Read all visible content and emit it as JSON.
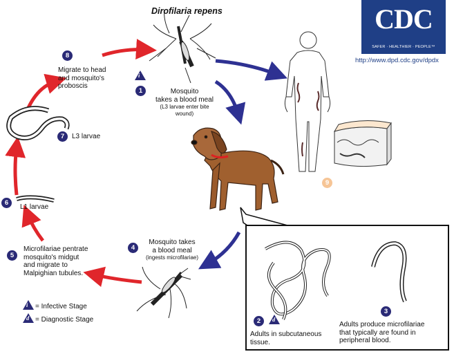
{
  "title": "Dirofilaria repens",
  "logo": {
    "text": "CDC",
    "tagline": "SAFER · HEALTHIER · PEOPLE™"
  },
  "url": "http://www.dpd.cdc.gov/dpdx",
  "stages": {
    "s1": {
      "num": "1",
      "line1": "Mosquito",
      "line2": "takes a blood meal",
      "note": "(L3 larvae enter bite wound)"
    },
    "s2": {
      "num": "2",
      "line1": "Adults in subcutaneous",
      "line2": "tissue."
    },
    "s3": {
      "num": "3",
      "line1": "Adults produce microfilariae",
      "line2": "that typically are found in",
      "line3": "peripheral blood."
    },
    "s4": {
      "num": "4",
      "line1": "Mosquito takes",
      "line2": "a blood meal",
      "note": "(ingests microfilariae)"
    },
    "s5": {
      "num": "5",
      "line1": "Microfilariae pentrate",
      "line2": "mosquito's midgut",
      "line3": "and migrate to",
      "line4": "Malpighian tubules."
    },
    "s6": {
      "num": "6",
      "label": "L1 larvae"
    },
    "s7": {
      "num": "7",
      "label": "L3 larvae"
    },
    "s8": {
      "num": "8",
      "line1": "Migrate to head",
      "line2": "and mosquito's",
      "line3": "proboscis"
    },
    "s9": {
      "num": "9"
    }
  },
  "legend": {
    "infective_symbol": "i",
    "infective_label": "= Infective Stage",
    "diagnostic_symbol": "d",
    "diagnostic_label": "= Diagnostic Stage"
  },
  "colors": {
    "red_arrow": "#e0262b",
    "blue_arrow": "#2e3192",
    "badge": "#2a2a76",
    "dog": "#a0602f",
    "cdc_blue": "#1f3f86"
  }
}
